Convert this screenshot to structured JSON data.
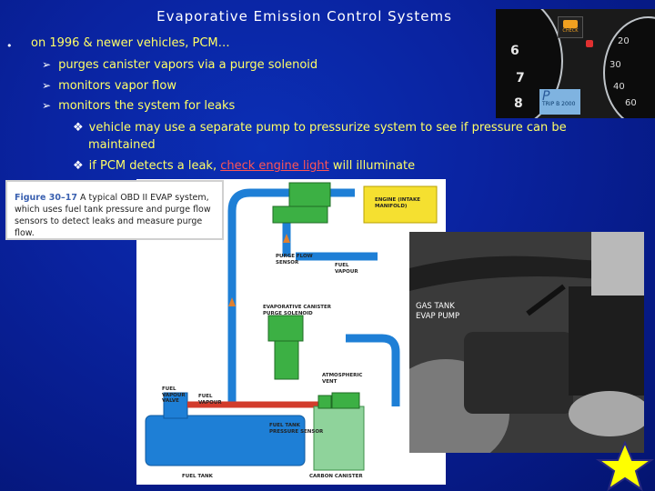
{
  "title": "Evaporative Emission Control Systems",
  "bullets": {
    "main": "on 1996 & newer vehicles, PCM…",
    "sub": [
      "purges canister vapors via a purge solenoid",
      "monitors vapor flow",
      "monitors the system for leaks"
    ],
    "subsub1_line1": "vehicle may use a separate pump to pressurize system to see if pressure can be",
    "subsub1_line2": "maintained",
    "subsub2_pre": "if PCM detects a leak, ",
    "subsub2_link": "check engine light",
    "subsub2_post": " will illuminate"
  },
  "caption": {
    "figure": "Figure 30–17",
    "text": "A typical OBD II EVAP system, which uses fuel tank pressure and purge flow sensors to detect leaks and measure purge flow."
  },
  "diagram": {
    "engine": "ENGINE (INTAKE MANIFOLD)",
    "purge_flow_sensor": "PURGE FLOW SENSOR",
    "fuel_vapour": "FUEL VAPOUR",
    "purge_solenoid": "EVAPORATIVE CANISTER PURGE SOLENOID",
    "atmospheric_vent": "ATMOSPHERIC VENT",
    "fuel_vapour_valve": "FUEL VAPOUR VALVE",
    "fuel_vapour2": "FUEL VAPOUR",
    "tank_sensor": "FUEL TANK PRESSURE SENSOR",
    "fuel_tank": "FUEL TANK",
    "carbon_canister": "CARBON CANISTER"
  },
  "dashboard": {
    "nums": [
      "6",
      "7",
      "8"
    ],
    "right_nums": [
      "20",
      "30",
      "40",
      "60"
    ],
    "lcd_gear": "P",
    "lcd_text": "TRIP B 2000",
    "check": "CHECK"
  },
  "photo": {
    "label": "GAS TANK EVAP PUMP"
  },
  "colors": {
    "background": "#0a23a0",
    "bullet_text": "#ffff66",
    "link": "#ff5555",
    "pipe_blue": "#1e7fd6",
    "component_green": "#3cb044",
    "fuel_red": "#d23c2c"
  }
}
